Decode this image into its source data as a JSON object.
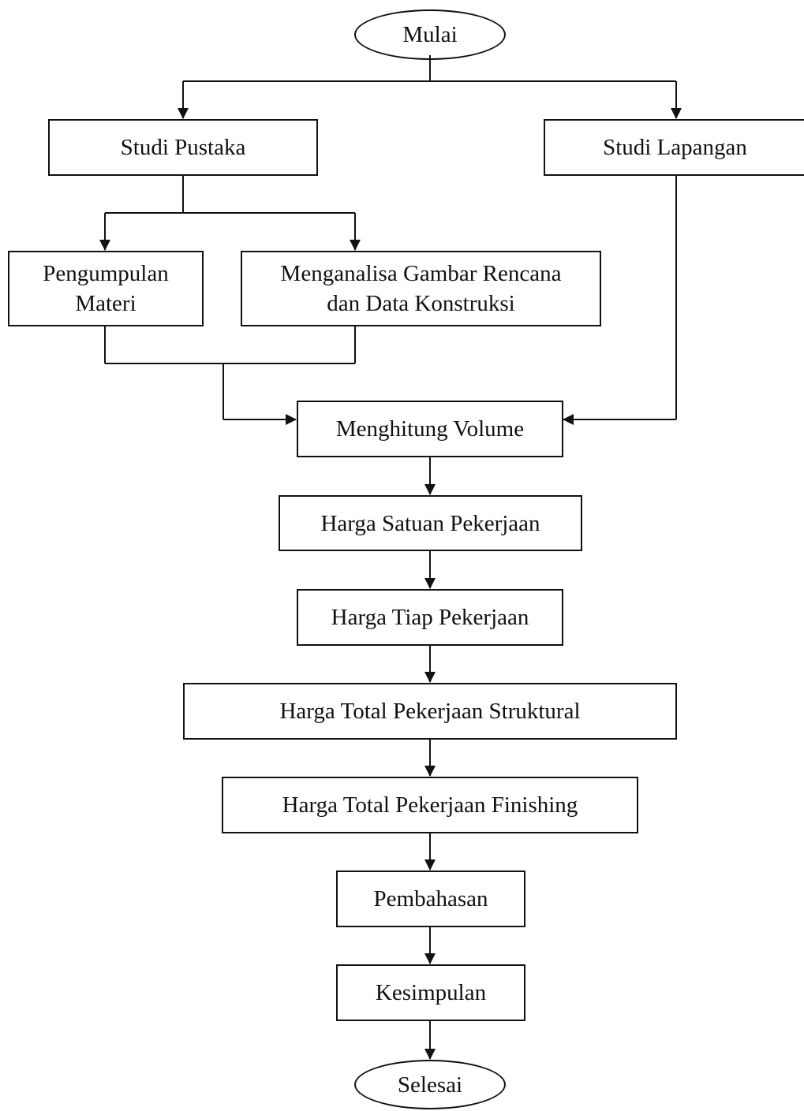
{
  "nodes": {
    "mulai": "Mulai",
    "studi_pustaka": "Studi Pustaka",
    "studi_lapangan": "Studi Lapangan",
    "pengumpulan_line1": "Pengumpulan",
    "pengumpulan_line2": "Materi",
    "menganalisa_line1": "Menganalisa Gambar Rencana",
    "menganalisa_line2": "dan Data Konstruksi",
    "menghitung_volume": "Menghitung Volume",
    "harga_satuan": "Harga Satuan Pekerjaan",
    "harga_tiap": "Harga Tiap Pekerjaan",
    "harga_total_struktural": "Harga Total Pekerjaan Struktural",
    "harga_total_finishing": "Harga Total Pekerjaan Finishing",
    "pembahasan": "Pembahasan",
    "kesimpulan": "Kesimpulan",
    "selesai": "Selesai"
  },
  "colors": {
    "stroke": "#111111",
    "background": "#ffffff"
  }
}
